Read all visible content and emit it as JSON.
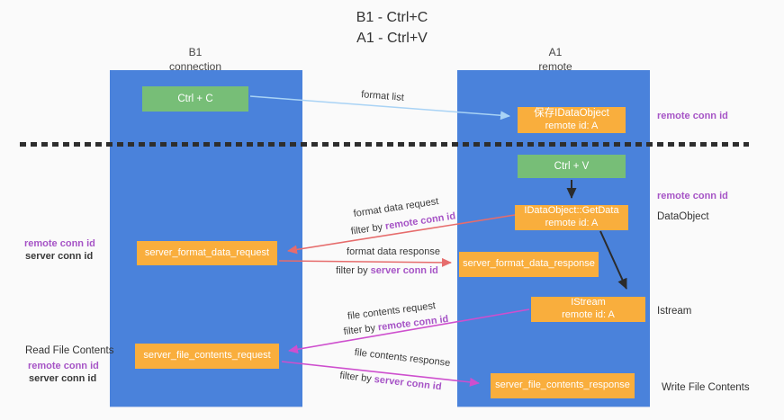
{
  "title": {
    "line1": "B1 - Ctrl+C",
    "line2": "A1 - Ctrl+V"
  },
  "lanes": {
    "b1": {
      "name": "B1",
      "subtitle": "connection"
    },
    "a1": {
      "name": "A1",
      "subtitle": "remote"
    }
  },
  "nodes": {
    "ctrl_c": "Ctrl + C",
    "save_idataobject": {
      "line1": "保存IDataObject",
      "line2": "remote id: A"
    },
    "ctrl_v": "Ctrl + V",
    "getdata": {
      "line1": "IDataObject::GetData",
      "line2": "remote id: A"
    },
    "server_format_data_request": "server_format_data_request",
    "server_format_data_response": "server_format_data_response",
    "istream": {
      "line1": "IStream",
      "line2": "remote id: A"
    },
    "server_file_contents_request": "server_file_contents_request",
    "server_file_contents_response": "server_file_contents_response"
  },
  "arrow_labels": {
    "format_list": "format list",
    "format_data_request": "format data request",
    "format_data_request_filter_prefix": "filter by ",
    "format_data_request_filter_key": "remote conn id",
    "format_data_response": "format data response",
    "format_data_response_filter_prefix": "filter by ",
    "format_data_response_filter_key": "server conn id",
    "file_contents_request": "file contents request",
    "file_contents_request_filter_prefix": "filter by ",
    "file_contents_request_filter_key": "remote conn id",
    "file_contents_response": "file contents response",
    "file_contents_response_filter_prefix": "filter by ",
    "file_contents_response_filter_key": "server conn id"
  },
  "side_labels": {
    "right_top_remote_conn_id": "remote conn id",
    "right_mid_remote_conn_id": "remote conn id",
    "dataobject": "DataObject",
    "istream": "Istream",
    "write_file_contents": "Write File Contents",
    "left_mid_remote_conn_id": "remote conn id",
    "left_mid_server_conn_id": "server conn id",
    "read_file_contents": "Read File Contents",
    "left_bottom_remote_conn_id": "remote conn id",
    "left_bottom_server_conn_id": "server conn id"
  },
  "colors": {
    "lane_blue": "#4a82db",
    "box_green": "#77be77",
    "box_orange": "#f9ae3d",
    "arrow_blue": "#a9d3f5",
    "arrow_black": "#2b2b2b",
    "arrow_red": "#e66c6c",
    "arrow_magenta": "#ce4fce",
    "text_purple": "#a654c6",
    "text_green": "#5cb85c"
  }
}
